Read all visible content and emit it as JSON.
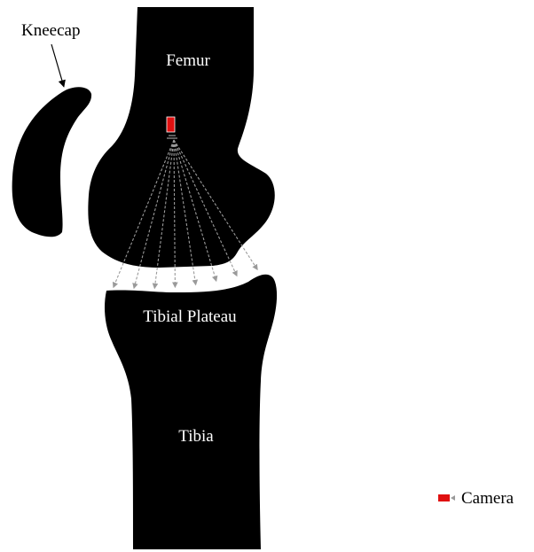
{
  "labels": {
    "femur": "Femur",
    "kneecap": "Kneecap",
    "tibial_plateau": "Tibial Plateau",
    "tibia": "Tibia"
  },
  "legend": {
    "camera_label": "Camera",
    "camera_icon": "camera-icon"
  },
  "colors": {
    "bone": "#000000",
    "camera": "#e01010",
    "ray": "#9a9a9a",
    "background": "#ffffff"
  },
  "rays": {
    "count": 8
  }
}
